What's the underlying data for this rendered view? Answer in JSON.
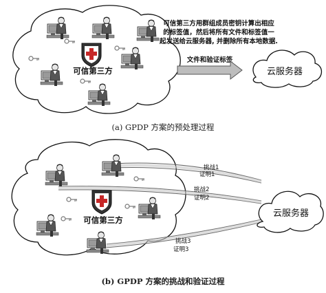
{
  "top": {
    "trusted_party_label": "可信第三方",
    "description_lines": [
      "可信第三方用群组成员密钥计算出相应",
      "的标签值，然后将所有文件和标签值一",
      "起发送给云服务器, 并删除所有本地数据."
    ],
    "arrow_label": "文件和验证标签",
    "cloud_label": "云服务器",
    "caption": "(a) GPDP 方案的预处理过程"
  },
  "bottom": {
    "trusted_party_label": "可信第三方",
    "cloud_label": "云服务器",
    "links": [
      {
        "challenge": "挑战1",
        "proof": "证明1"
      },
      {
        "challenge": "挑战2",
        "proof": "证明2"
      },
      {
        "challenge": "挑战3",
        "proof": "证明3"
      }
    ],
    "caption": "(b) GPDP 方案的挑战和验证过程"
  },
  "icons": {
    "member": "person-at-computer-icon",
    "key": "key-icon",
    "shield": "shield-cross-icon"
  }
}
